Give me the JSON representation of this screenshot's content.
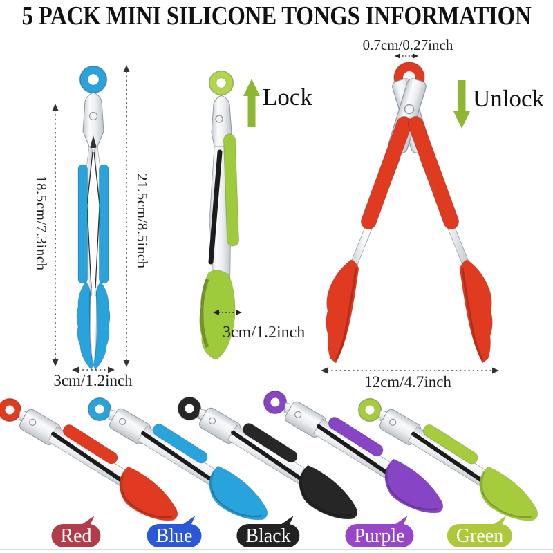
{
  "title": "5 PACK MINI SILICONE TONGS INFORMATION",
  "measurements": {
    "ring_hole": "0.7cm/0.27inch",
    "inner_length": "18.5cm/7.3inch",
    "outer_length": "21.5cm/8.5inch",
    "blue_tip_width": "3cm/1.2inch",
    "green_tip_width": "3cm/1.2inch",
    "open_width": "12cm/4.7inch"
  },
  "state_labels": {
    "lock": "Lock",
    "unlock": "Unlock"
  },
  "colors": {
    "blue": "#29a3dc",
    "green": "#9ecb3c",
    "green_ring": "#b2d44e",
    "red": "#e03a20",
    "arrow_green": "#8db733"
  },
  "variants": [
    {
      "name": "Red",
      "tong_color": "#e03a20",
      "label_color": "#b23c49"
    },
    {
      "name": "Blue",
      "tong_color": "#29a3dc",
      "label_color": "#2b58d8"
    },
    {
      "name": "Black",
      "tong_color": "#262626",
      "label_color": "#222222"
    },
    {
      "name": "Purple",
      "tong_color": "#8745c6",
      "label_color": "#9746c9"
    },
    {
      "name": "Green",
      "tong_color": "#a5cc3d",
      "label_color": "#adc93b"
    }
  ]
}
